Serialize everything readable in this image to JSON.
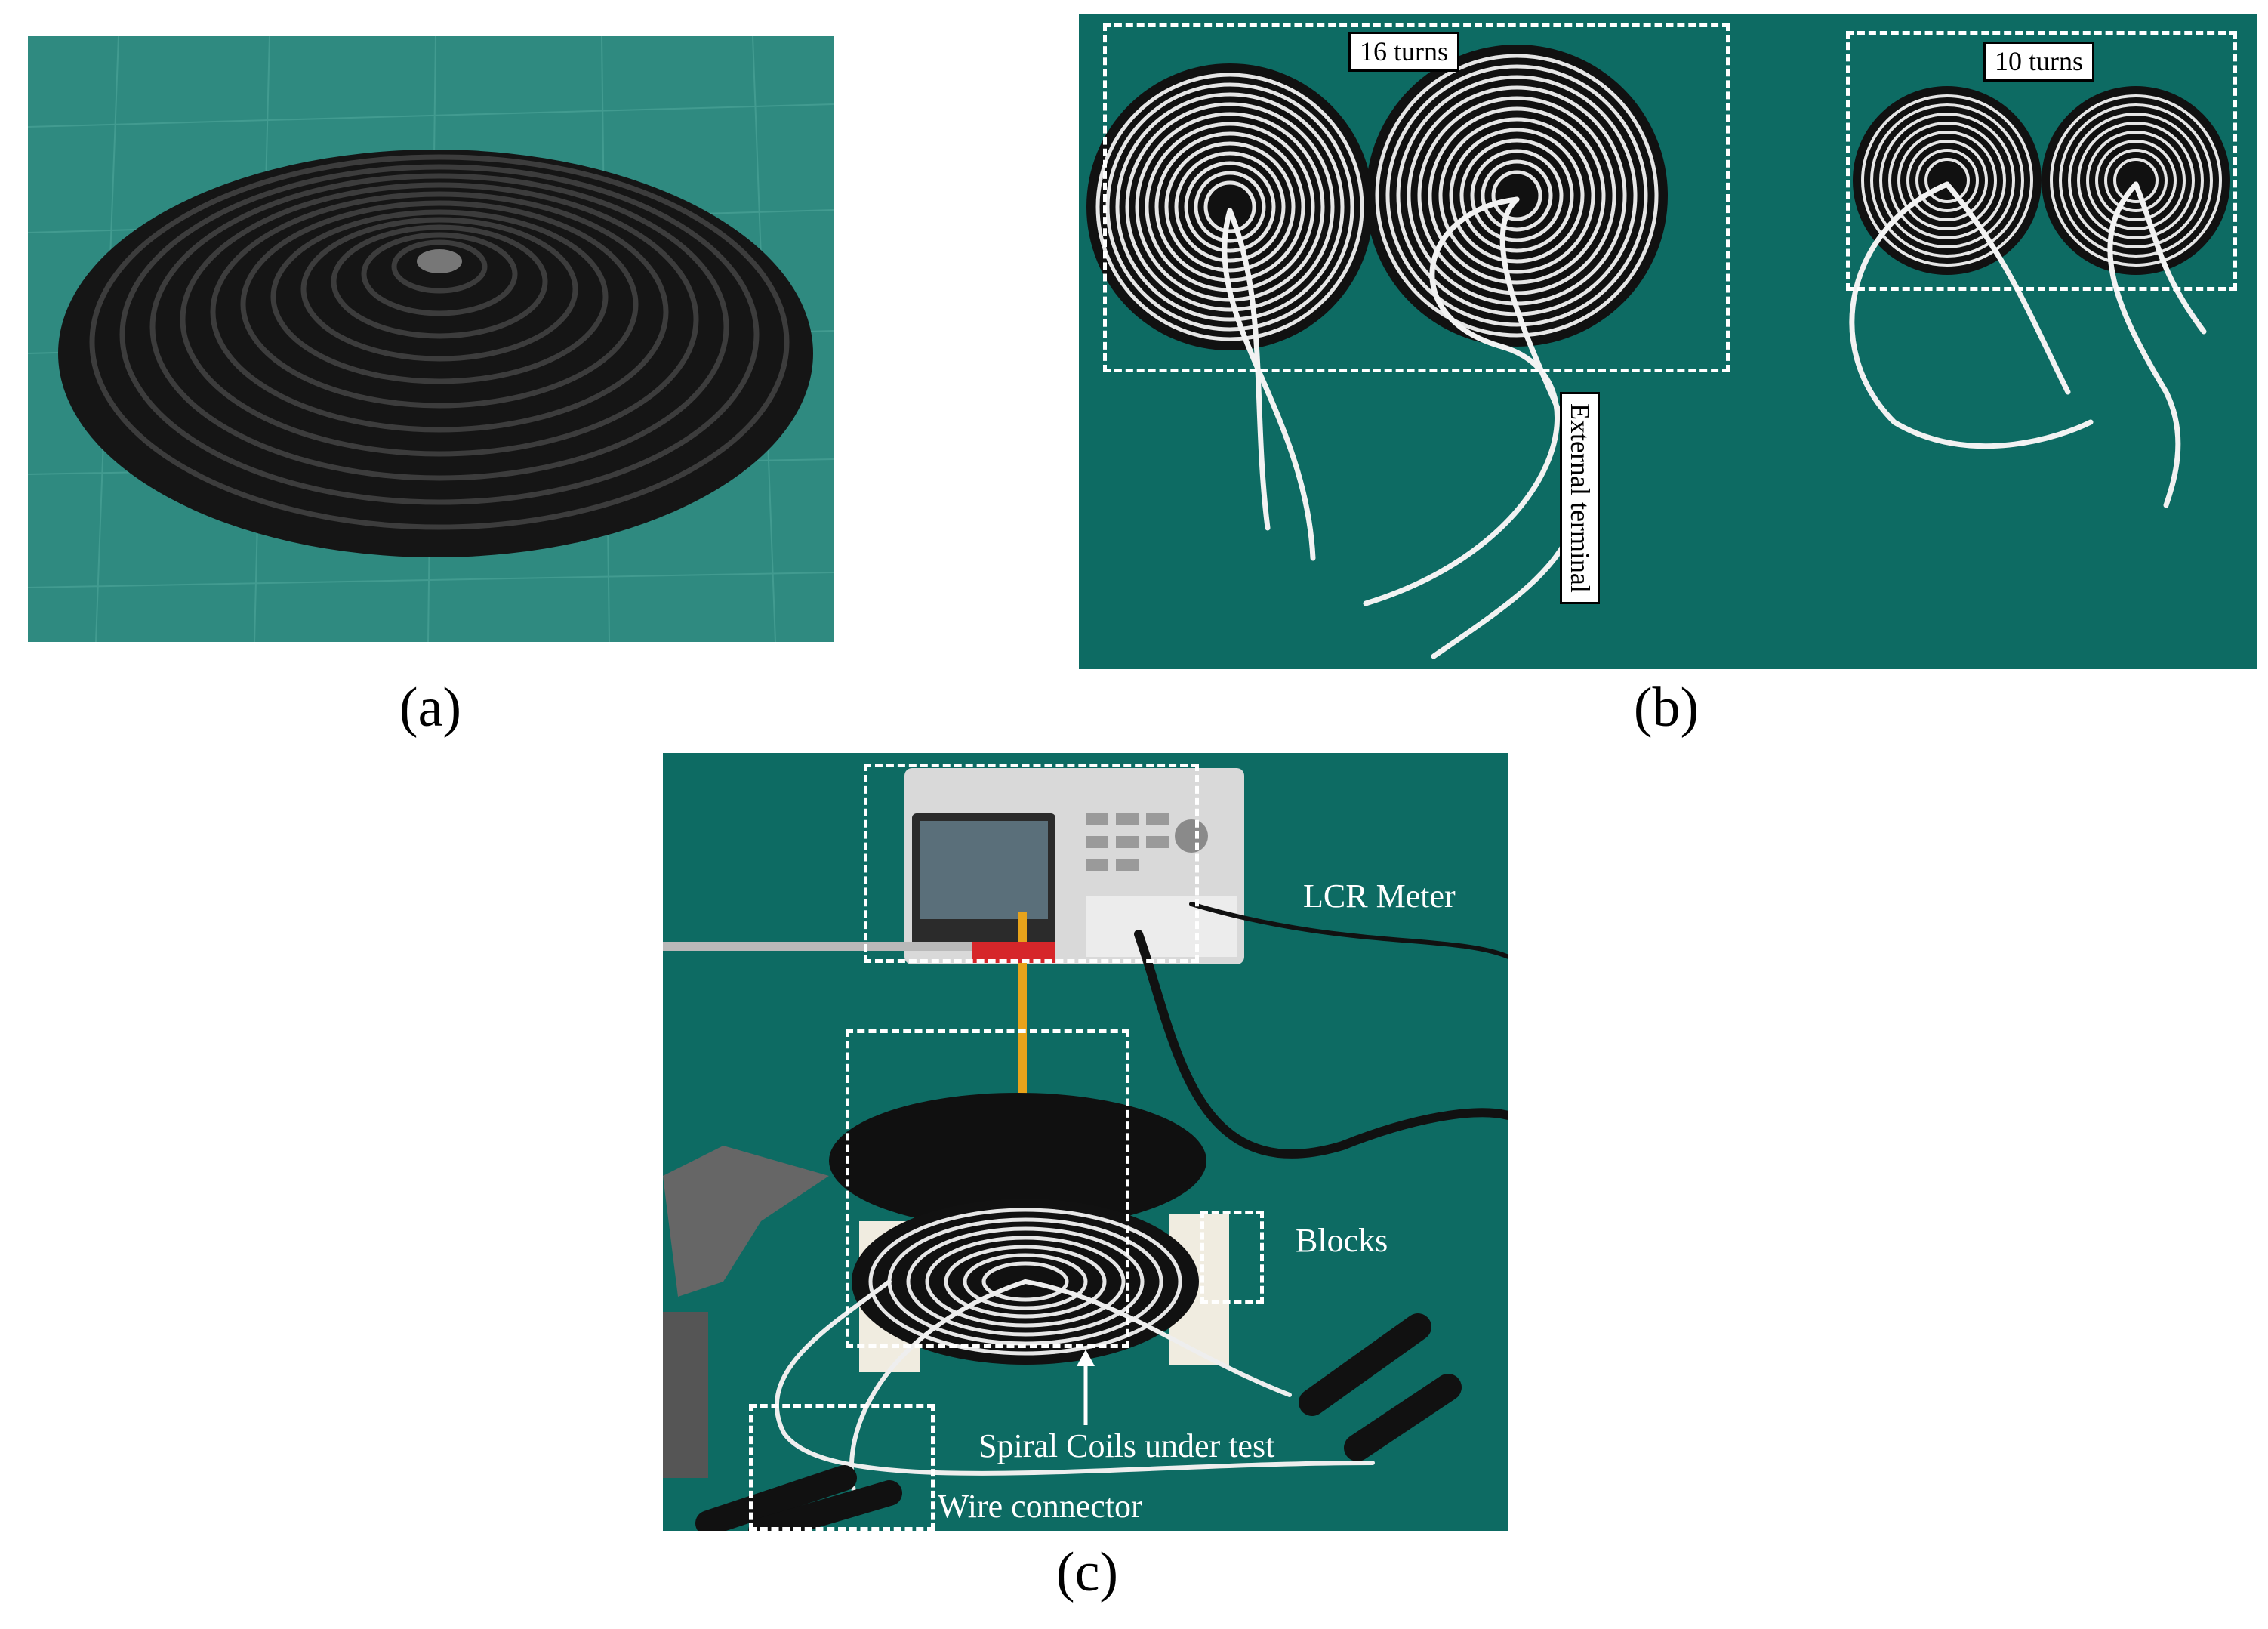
{
  "panels": {
    "a": {
      "label": "(a)"
    },
    "b": {
      "label": "(b)",
      "annotations": {
        "turns_16": "16 turns",
        "turns_10": "10 turns",
        "external_terminal": "External terminal"
      }
    },
    "c": {
      "label": "(c)",
      "annotations": {
        "lcr_meter": "LCR Meter",
        "blocks": "Blocks",
        "spiral_coils": "Spiral Coils under test",
        "wire_connector": "Wire connector"
      }
    }
  },
  "colors": {
    "mat_green": "#0e6a62",
    "coil_dark": "#1c1c1c",
    "coil_silver": "#d8d8d8",
    "annotation_white": "#ffffff"
  },
  "icons": [
    "coil-image",
    "lcr-meter-image",
    "test-lead-image"
  ]
}
